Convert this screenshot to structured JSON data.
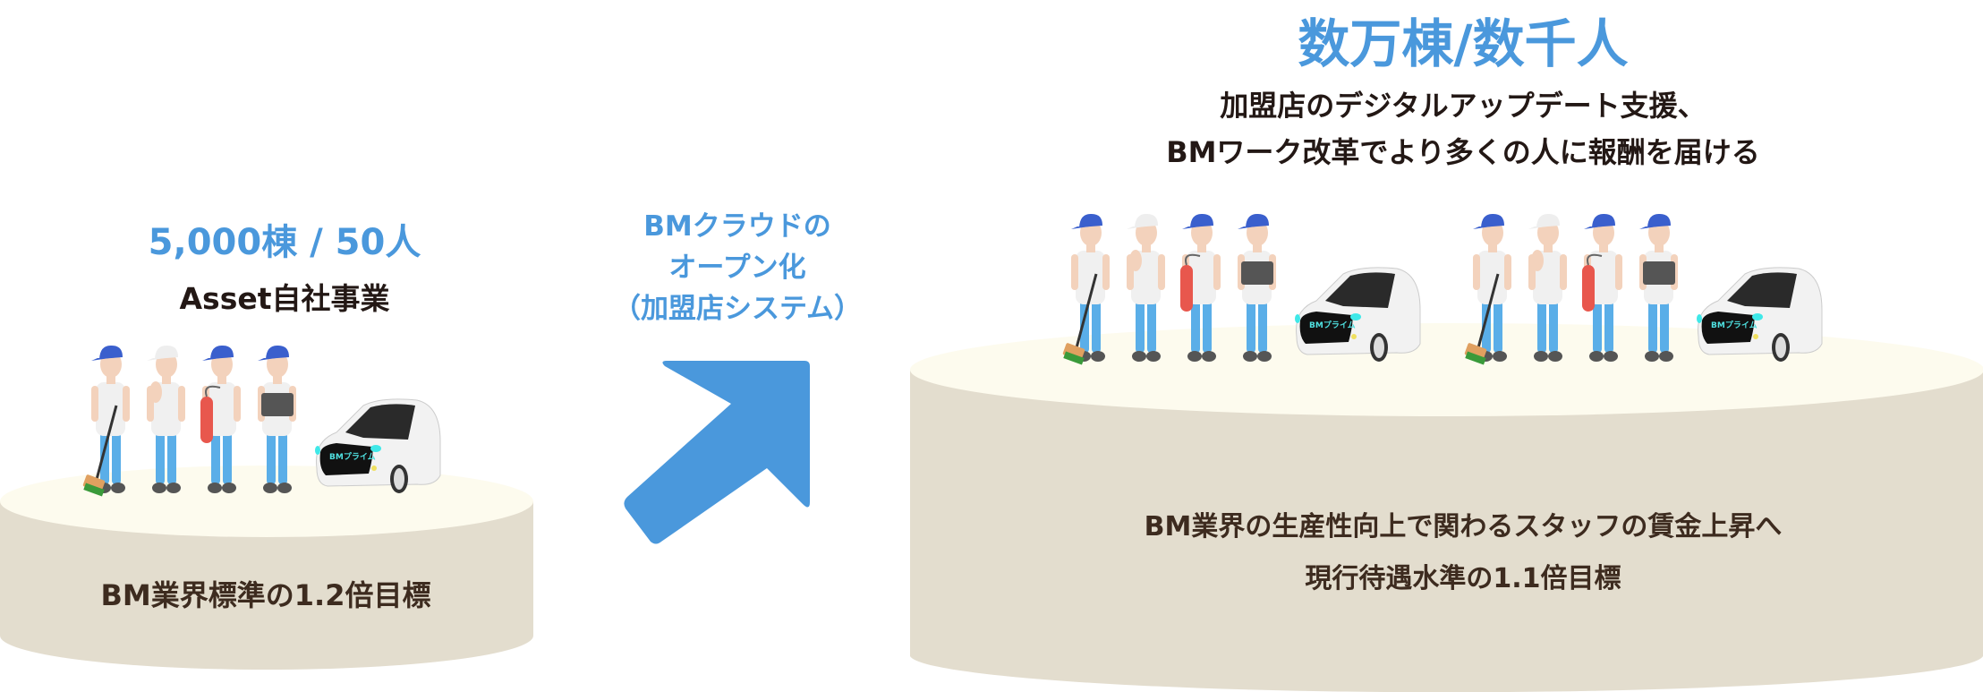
{
  "left": {
    "headline": "5,000棟 / 50人",
    "subtitle": "Asset自社事業",
    "pedestal_text": "BM業界標準の1.2倍目標"
  },
  "middle": {
    "lines": [
      "BMクラウドの",
      "オープン化",
      "（加盟店システム）"
    ]
  },
  "right": {
    "headline": "数万棟/数千人",
    "subtitle_lines": [
      "加盟店のデジタルアップデート支援、",
      "BMワーク改革でより多くの人に報酬を届ける"
    ],
    "pedestal_lines": [
      "BM業界の生産性向上で関わるスタッフの賃金上昇へ",
      "現行待遇水準の1.1倍目標"
    ]
  },
  "car_label": "BMプライム",
  "colors": {
    "accent_blue": "#4a98dc",
    "pedestal_top": "#fdfbee",
    "pedestal_side": "#e3ddce",
    "text_dark": "#231815",
    "text_brown": "#3d2b1f"
  }
}
